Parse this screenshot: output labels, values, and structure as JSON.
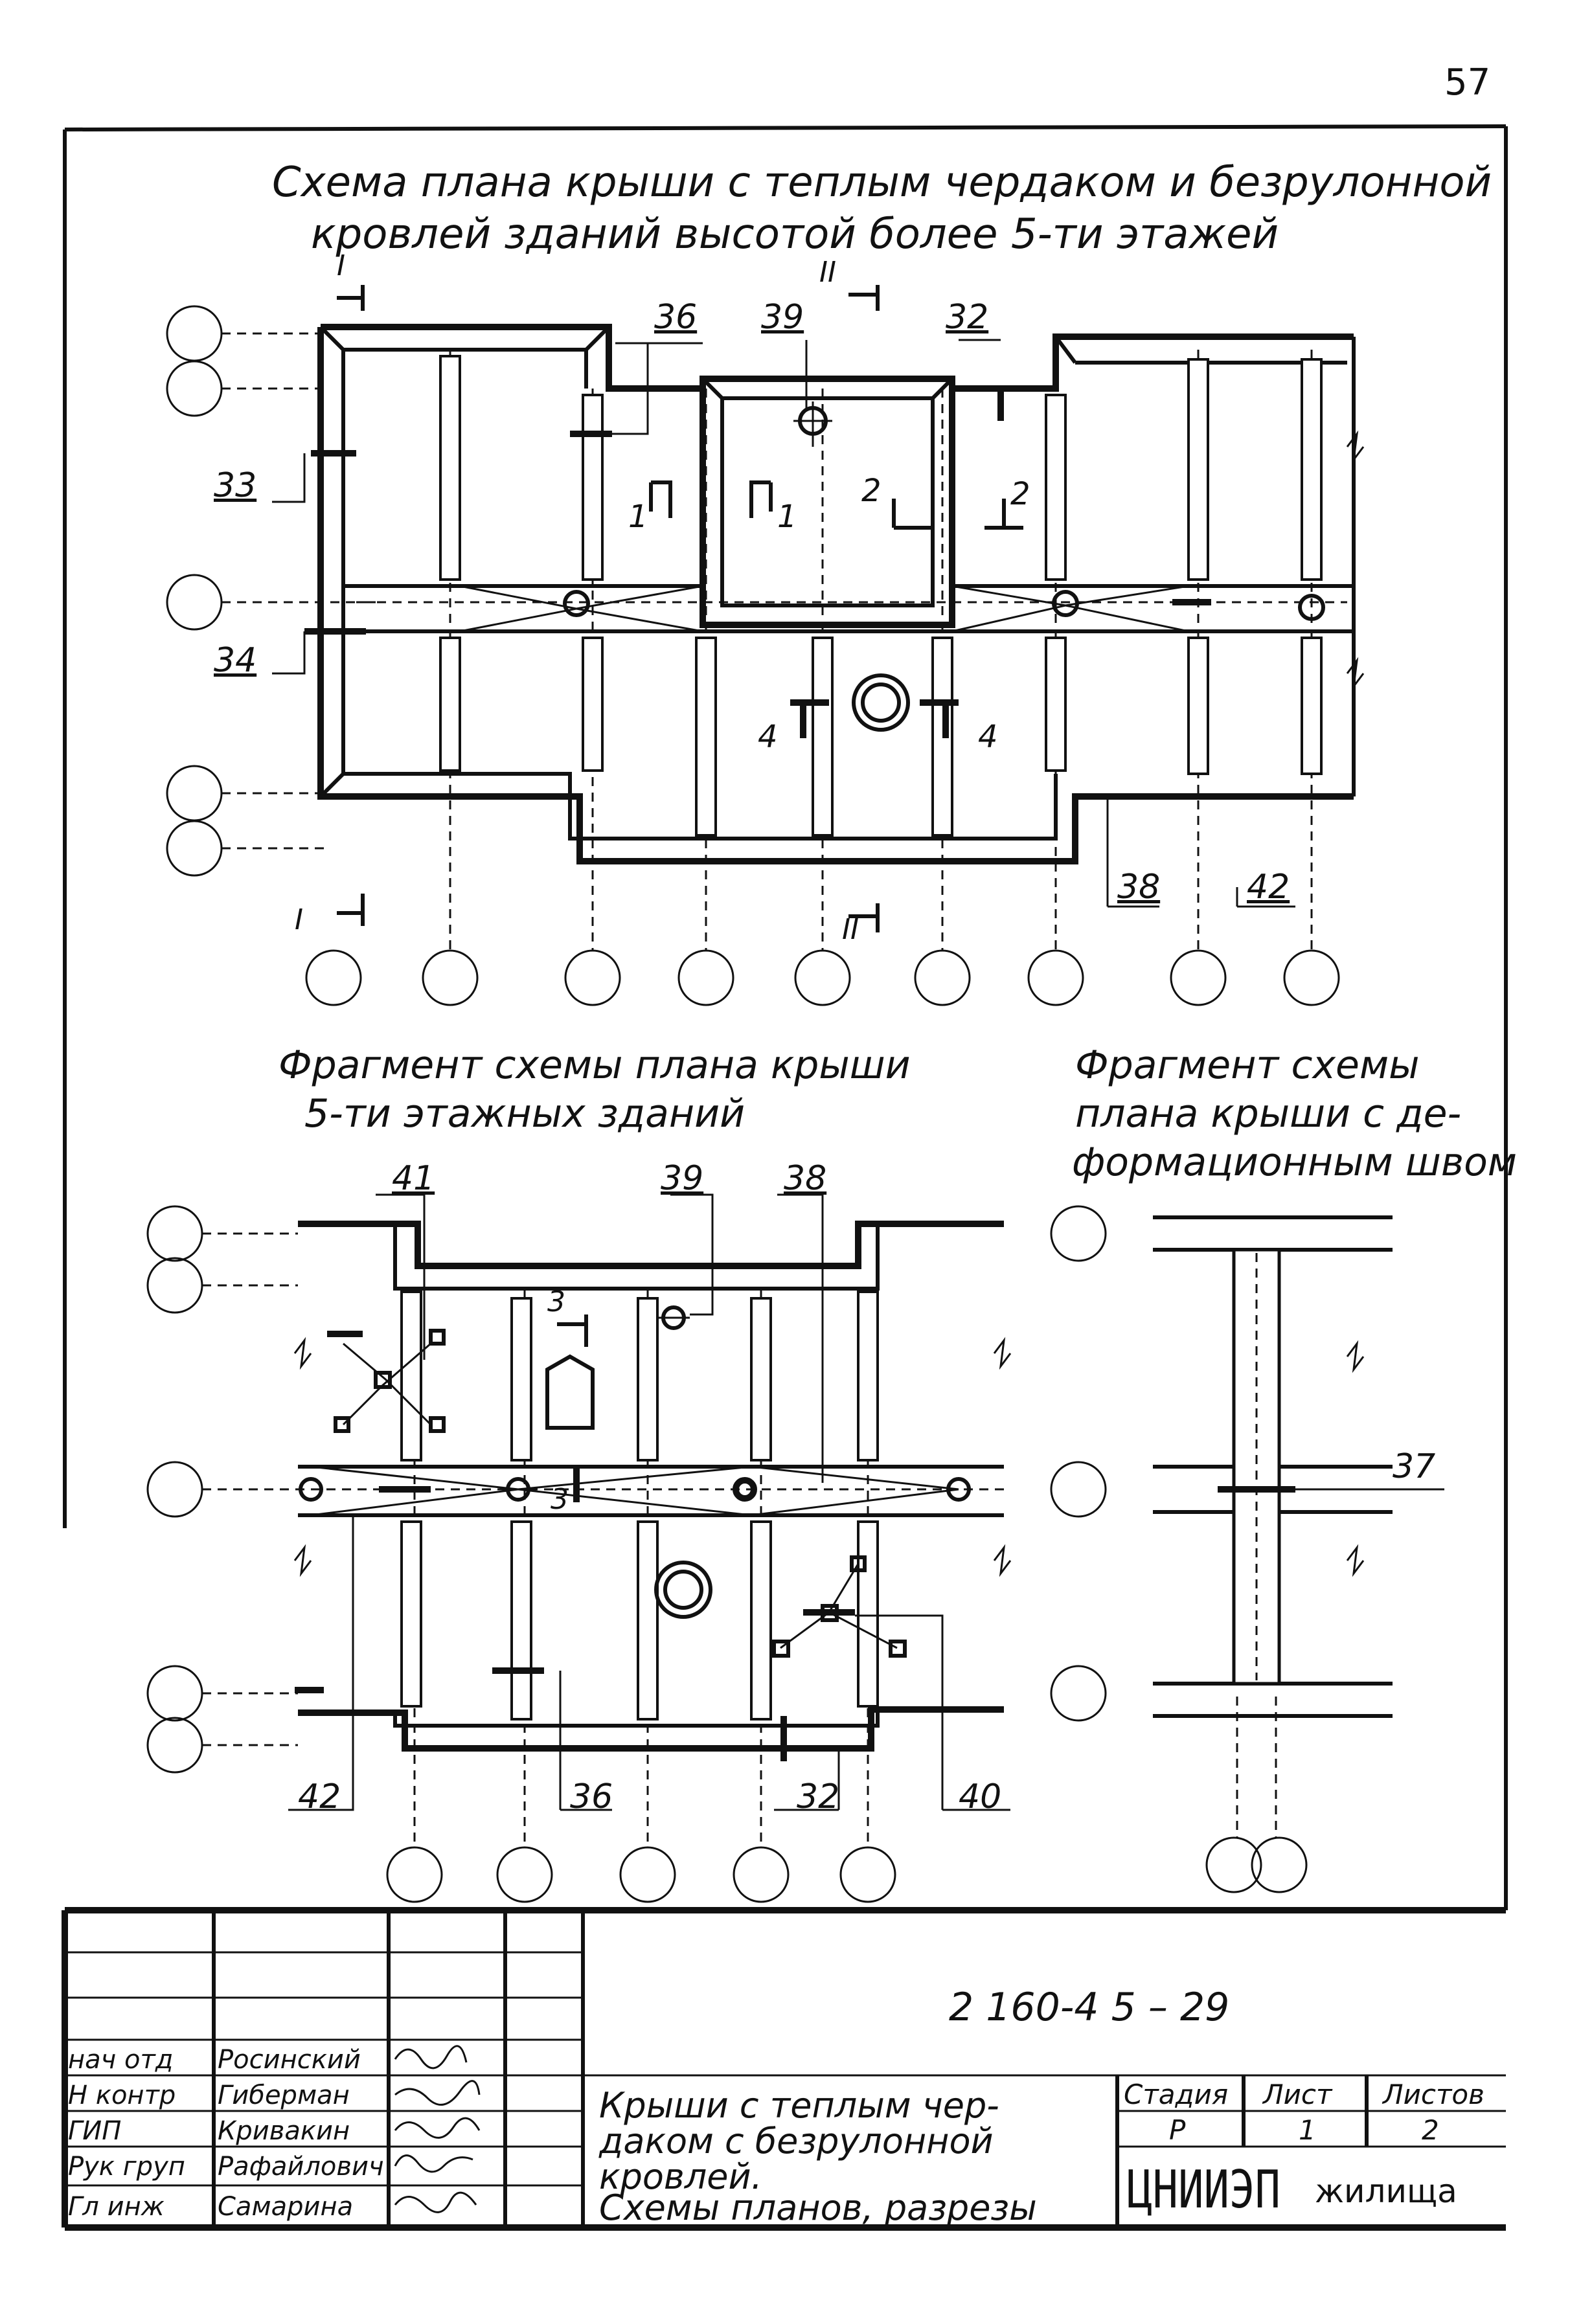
{
  "page_number": "57",
  "sheet_code": "2 160-4 5 – 29",
  "title_main": {
    "line1": "Схема плана крыши с теплым чердаком и безрулонной",
    "line2": "кровлей зданий высотой более 5-ти этажей"
  },
  "fragment1_title": {
    "line1": "Фрагмент схемы плана крыши",
    "line2": "5-ти этажных зданий"
  },
  "fragment2_title": {
    "line1": "Фрагмент схемы",
    "line2": "плана крыши с де-",
    "line3": "формационным швом"
  },
  "section_marks": {
    "I": "I",
    "II": "II",
    "s1": "1",
    "s2": "2",
    "s3": "3",
    "s4": "4"
  },
  "callouts_top": {
    "c33": "33",
    "c34": "34",
    "c36": "36",
    "c39": "39",
    "c32": "32",
    "c38": "38",
    "c42": "42"
  },
  "callouts_bottom": {
    "c41": "41",
    "c39": "39",
    "c38": "38",
    "c42": "42",
    "c36": "36",
    "c32": "32",
    "c40": "40",
    "c37": "37"
  },
  "title_block": {
    "roles": [
      "нач отд",
      "Н контр",
      "ГИП",
      "Рук груп",
      "Гл инж"
    ],
    "names": [
      "Росинский",
      "Гиберман",
      "Кривакин",
      "Рафайлович",
      "Самарина"
    ],
    "description": {
      "line1": "Крыши с теплым чер-",
      "line2": "даком с безрулонной",
      "line3": "кровлей.",
      "line4": "Схемы планов, разрезы"
    },
    "stage_label": "Стадия",
    "sheet_label": "Лист",
    "sheets_label": "Листов",
    "stage_value": "Р",
    "sheet_value": "1",
    "sheets_value": "2",
    "organization": "ЦНИИЭП",
    "organization_suffix": "жилища"
  }
}
